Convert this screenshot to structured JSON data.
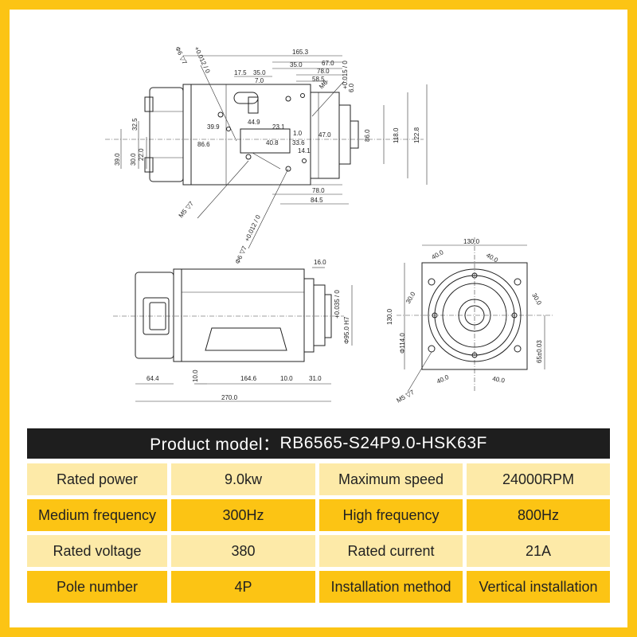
{
  "drawing": {
    "top_view": {
      "dims": [
        "165.3",
        "35.0",
        "67.0",
        "78.0",
        "58.5",
        "17.5",
        "35.0",
        "7.0",
        "39.9",
        "44.9",
        "23.1",
        "1.0",
        "47.0",
        "32.5",
        "22.0",
        "30.0",
        "39.0",
        "86.6",
        "40.8",
        "33.6",
        "14.1",
        "78.0",
        "84.5",
        "118.0",
        "122.8",
        "86.0",
        "6.0",
        "M6",
        "M5 ▽7"
      ],
      "hole_top": "Φ6 ▽7",
      "hole_top_tol": "+0.012 / 0",
      "hole_bottom": "Φ6 ▽7",
      "hole_bottom_tol": "+0.012 / 0",
      "tol_015": "+0.015 / 0"
    },
    "side_view": {
      "dims": [
        "16.0",
        "64.4",
        "10.0",
        "164.6",
        "10.0",
        "31.0",
        "270.0"
      ],
      "bore": "Φ95.0 H7",
      "bore_tol": "+0.035 / 0"
    },
    "end_view": {
      "dims": [
        "130.0",
        "40.0",
        "40.0",
        "30.0",
        "30.0",
        "130.0",
        "Φ114.0",
        "65±0.03",
        "40.0",
        "40.0",
        "M5 ▽7"
      ]
    }
  },
  "model": {
    "label": "Product model：",
    "value": "RB6565-S24P9.0-HSK63F"
  },
  "specs": [
    [
      "Rated power",
      "9.0kw",
      "Maximum speed",
      "24000RPM"
    ],
    [
      "Medium frequency",
      "300Hz",
      "High frequency",
      "800Hz"
    ],
    [
      "Rated voltage",
      "380",
      "Rated current",
      "21A"
    ],
    [
      "Pole number",
      "4P",
      "Installation method",
      "Vertical installation"
    ]
  ],
  "colors": {
    "frame": "#fcc414",
    "row_light": "#fdeaa8",
    "row_dark": "#fcc414",
    "bar": "#1e1e1e"
  }
}
